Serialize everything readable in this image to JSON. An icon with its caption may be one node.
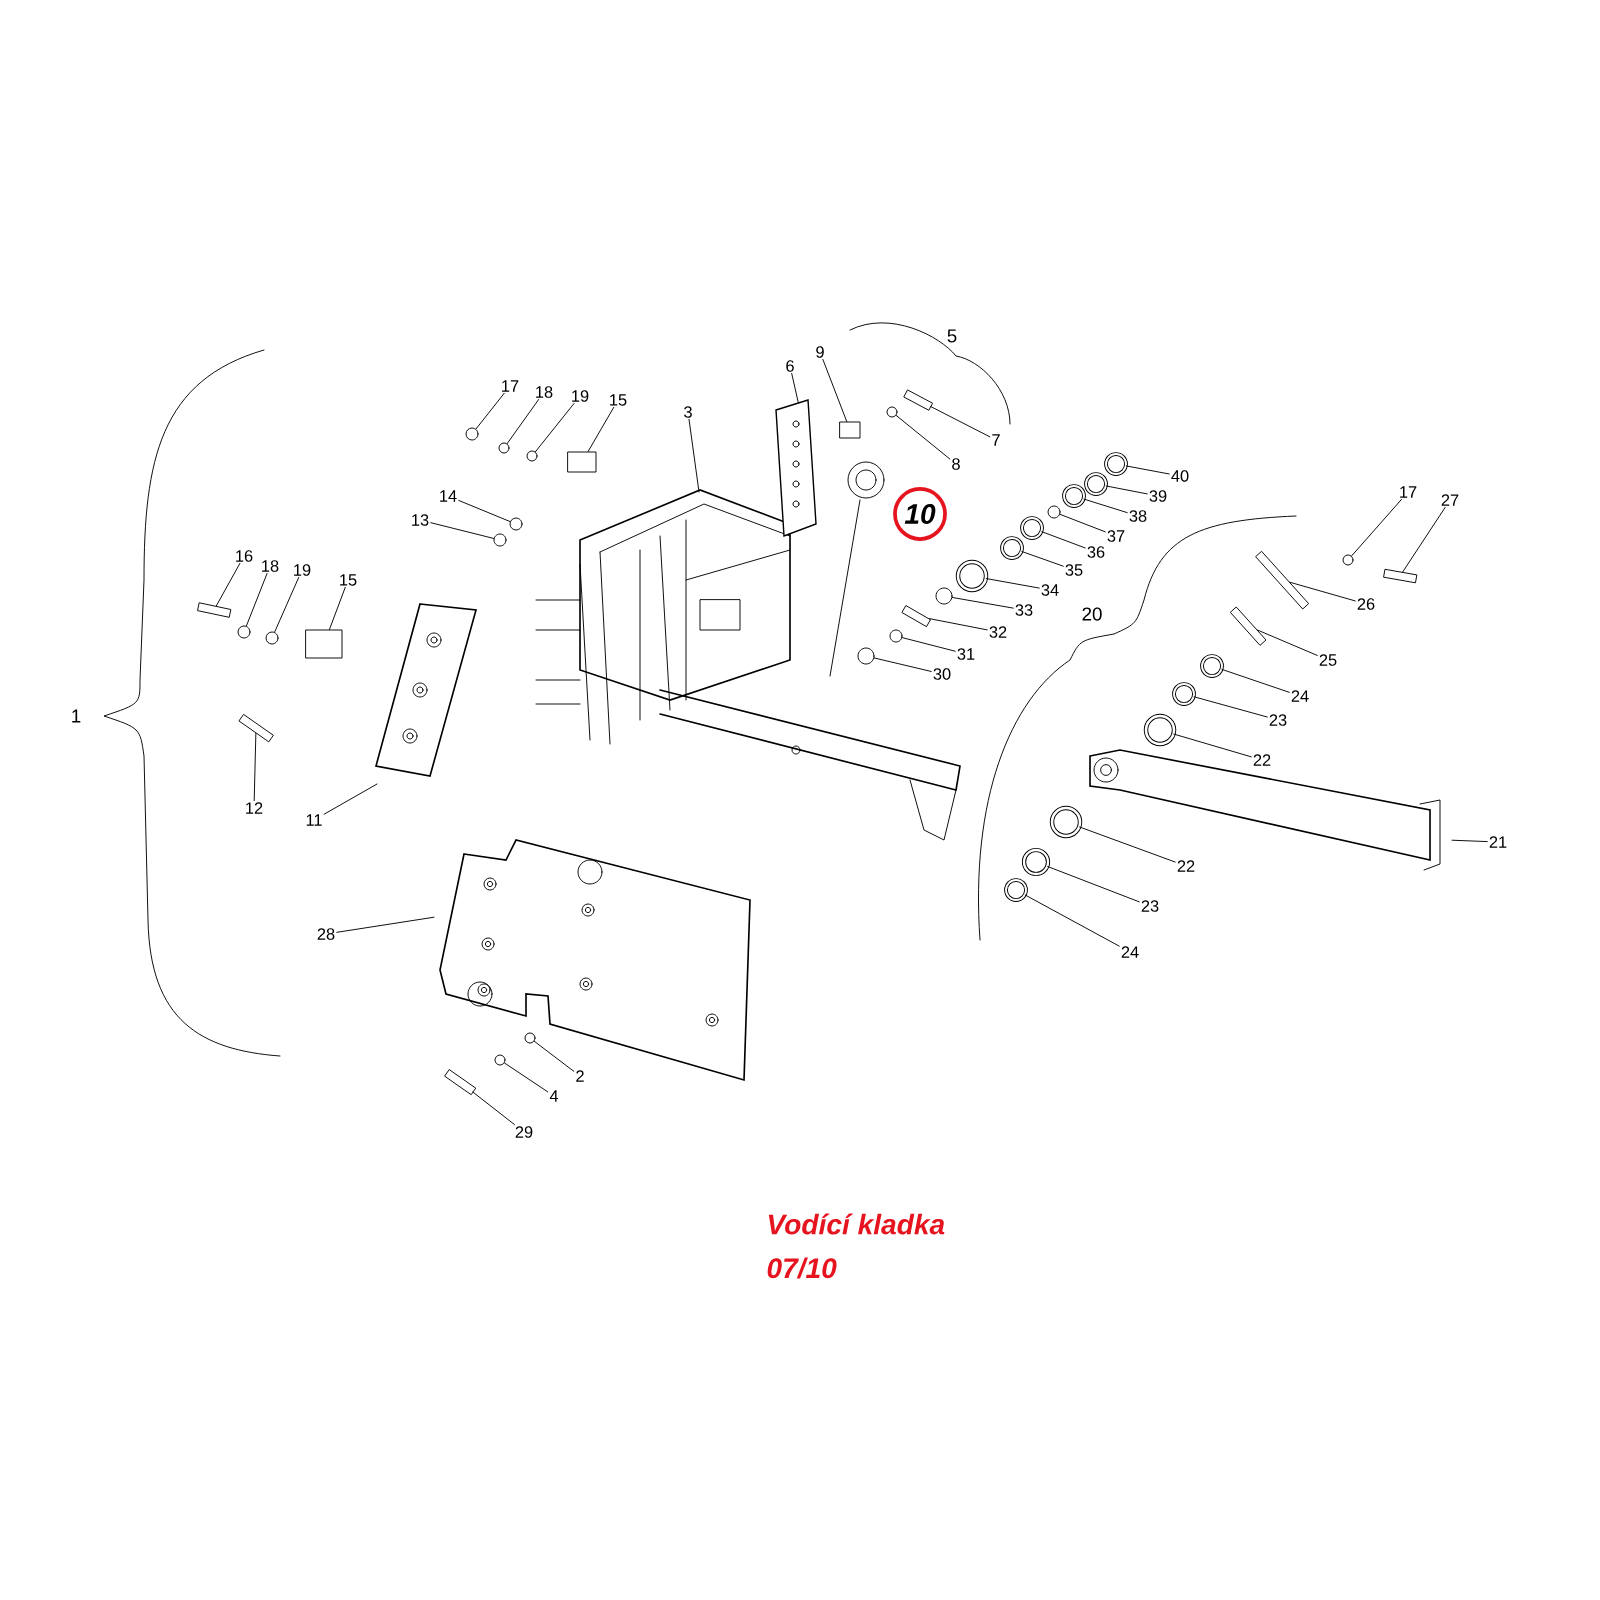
{
  "diagram": {
    "nodes": [
      {
        "text": [
          "17"
        ]
      },
      {
        "text": [
          "18"
        ]
      },
      {
        "text": [
          "19"
        ]
      },
      {
        "text": [
          "15"
        ]
      },
      {
        "text": [
          "3"
        ]
      },
      {
        "text": [
          "6"
        ]
      },
      {
        "text": [
          "9"
        ]
      },
      {
        "text": [
          "7"
        ]
      },
      {
        "text": [
          "8"
        ]
      },
      {
        "text": [
          "14"
        ]
      },
      {
        "text": [
          "13"
        ]
      },
      {
        "text": [
          "10"
        ]
      },
      {
        "text": [
          "16"
        ]
      },
      {
        "text": [
          "18"
        ]
      },
      {
        "text": [
          "19"
        ]
      },
      {
        "text": [
          "15"
        ]
      },
      {
        "text": [
          "40"
        ]
      },
      {
        "text": [
          "39"
        ]
      },
      {
        "text": [
          "38"
        ]
      },
      {
        "text": [
          "37"
        ]
      },
      {
        "text": [
          "36"
        ]
      },
      {
        "text": [
          "35"
        ]
      },
      {
        "text": [
          "34"
        ]
      },
      {
        "text": [
          "33"
        ]
      },
      {
        "text": [
          "32"
        ]
      },
      {
        "text": [
          "31"
        ]
      },
      {
        "text": [
          "30"
        ]
      },
      {
        "text": [
          "17"
        ]
      },
      {
        "text": [
          "27"
        ]
      },
      {
        "text": [
          "26"
        ]
      },
      {
        "text": [
          "25"
        ]
      },
      {
        "text": [
          "24"
        ]
      },
      {
        "text": [
          "23"
        ]
      },
      {
        "text": [
          "22"
        ]
      },
      {
        "text": [
          "12"
        ]
      },
      {
        "text": [
          "11"
        ]
      },
      {
        "text": [
          "21"
        ]
      },
      {
        "text": [
          "22"
        ]
      },
      {
        "text": [
          "23"
        ]
      },
      {
        "text": [
          "24"
        ]
      },
      {
        "text": [
          "28"
        ]
      },
      {
        "text": [
          "2"
        ]
      },
      {
        "text": [
          "4"
        ]
      },
      {
        "text": [
          "29"
        ]
      },
      {
        "text": [],
        "shape": "circle"
      },
      {
        "text": [],
        "shape": "circle"
      },
      {
        "text": [],
        "shape": "circle"
      },
      {
        "text": [],
        "shape": "box"
      },
      {
        "text": [],
        "shape": "box"
      },
      {
        "text": [],
        "shape": "bar"
      },
      {
        "text": [],
        "shape": "circle"
      },
      {
        "text": [],
        "shape": "circle"
      },
      {
        "text": [],
        "shape": "circle"
      },
      {
        "text": [],
        "shape": "bar"
      },
      {
        "text": [],
        "shape": "circle"
      },
      {
        "text": [],
        "shape": "circle"
      },
      {
        "text": [],
        "shape": "box"
      },
      {
        "text": [],
        "shape": "circle"
      },
      {
        "text": [],
        "shape": "circle"
      },
      {
        "text": [],
        "shape": "circle"
      },
      {
        "text": [],
        "shape": "circle"
      },
      {
        "text": [],
        "shape": "circle"
      },
      {
        "text": [],
        "shape": "circle"
      },
      {
        "text": [],
        "shape": "circle"
      },
      {
        "text": [],
        "shape": "circle"
      },
      {
        "text": [],
        "shape": "bar"
      },
      {
        "text": [],
        "shape": "circle"
      },
      {
        "text": [],
        "shape": "circle"
      },
      {
        "text": [],
        "shape": "circle"
      },
      {
        "text": [],
        "shape": "bar"
      },
      {
        "text": [],
        "shape": "bar"
      },
      {
        "text": [],
        "shape": "bar"
      },
      {
        "text": [],
        "shape": "circle"
      },
      {
        "text": [],
        "shape": "circle"
      },
      {
        "text": [],
        "shape": "circle"
      },
      {
        "text": [],
        "shape": "bar"
      },
      {
        "text": [],
        "shape": "circle"
      },
      {
        "text": [],
        "shape": "circle"
      },
      {
        "text": [],
        "shape": "circle"
      },
      {
        "text": [],
        "shape": "circle"
      },
      {
        "text": [],
        "shape": "circle"
      },
      {
        "text": [],
        "shape": "bar"
      }
    ],
    "edges": [
      {
        "from": 0,
        "to": 44,
        "arrow": "none"
      },
      {
        "from": 1,
        "to": 45,
        "arrow": "none"
      },
      {
        "from": 2,
        "to": 46,
        "arrow": "none"
      },
      {
        "from": 3,
        "to": 47,
        "arrow": "none"
      },
      {
        "from": 4,
        "to": null,
        "arrow": "none"
      },
      {
        "from": 5,
        "to": null,
        "arrow": "none"
      },
      {
        "from": 6,
        "to": 48,
        "arrow": "none"
      },
      {
        "from": 7,
        "to": 49,
        "arrow": "none"
      },
      {
        "from": 8,
        "to": 50,
        "arrow": "none"
      },
      {
        "from": 9,
        "to": 51,
        "arrow": "none"
      },
      {
        "from": 10,
        "to": 52,
        "arrow": "none"
      },
      {
        "from": 12,
        "to": 53,
        "arrow": "none"
      },
      {
        "from": 13,
        "to": 54,
        "arrow": "none"
      },
      {
        "from": 14,
        "to": 55,
        "arrow": "none"
      },
      {
        "from": 15,
        "to": 56,
        "arrow": "none"
      },
      {
        "from": 16,
        "to": 57,
        "arrow": "none"
      },
      {
        "from": 17,
        "to": 58,
        "arrow": "none"
      },
      {
        "from": 18,
        "to": 59,
        "arrow": "none"
      },
      {
        "from": 19,
        "to": 60,
        "arrow": "none"
      },
      {
        "from": 20,
        "to": 61,
        "arrow": "none"
      },
      {
        "from": 21,
        "to": 62,
        "arrow": "none"
      },
      {
        "from": 22,
        "to": 63,
        "arrow": "none"
      },
      {
        "from": 23,
        "to": 64,
        "arrow": "none"
      },
      {
        "from": 24,
        "to": 65,
        "arrow": "none"
      },
      {
        "from": 25,
        "to": 66,
        "arrow": "none"
      },
      {
        "from": 26,
        "to": 67,
        "arrow": "none"
      },
      {
        "from": 27,
        "to": 68,
        "arrow": "none"
      },
      {
        "from": 28,
        "to": 69,
        "arrow": "none"
      },
      {
        "from": 29,
        "to": 70,
        "arrow": "none"
      },
      {
        "from": 30,
        "to": 71,
        "arrow": "none"
      },
      {
        "from": 31,
        "to": 72,
        "arrow": "none"
      },
      {
        "from": 32,
        "to": 73,
        "arrow": "none"
      },
      {
        "from": 33,
        "to": 74,
        "arrow": "none"
      },
      {
        "from": 34,
        "to": 75,
        "arrow": "none"
      },
      {
        "from": 35,
        "to": null,
        "arrow": "none"
      },
      {
        "from": 36,
        "to": null,
        "arrow": "none"
      },
      {
        "from": 37,
        "to": 76,
        "arrow": "none"
      },
      {
        "from": 38,
        "to": 77,
        "arrow": "none"
      },
      {
        "from": 39,
        "to": 78,
        "arrow": "none"
      },
      {
        "from": 40,
        "to": null,
        "arrow": "none"
      },
      {
        "from": 41,
        "to": 79,
        "arrow": "none"
      },
      {
        "from": 42,
        "to": 80,
        "arrow": "none"
      },
      {
        "from": 43,
        "to": 81,
        "arrow": "none"
      }
    ],
    "labels": [
      "5",
      "20",
      "1",
      "Vodící kladka",
      "07/10"
    ]
  }
}
